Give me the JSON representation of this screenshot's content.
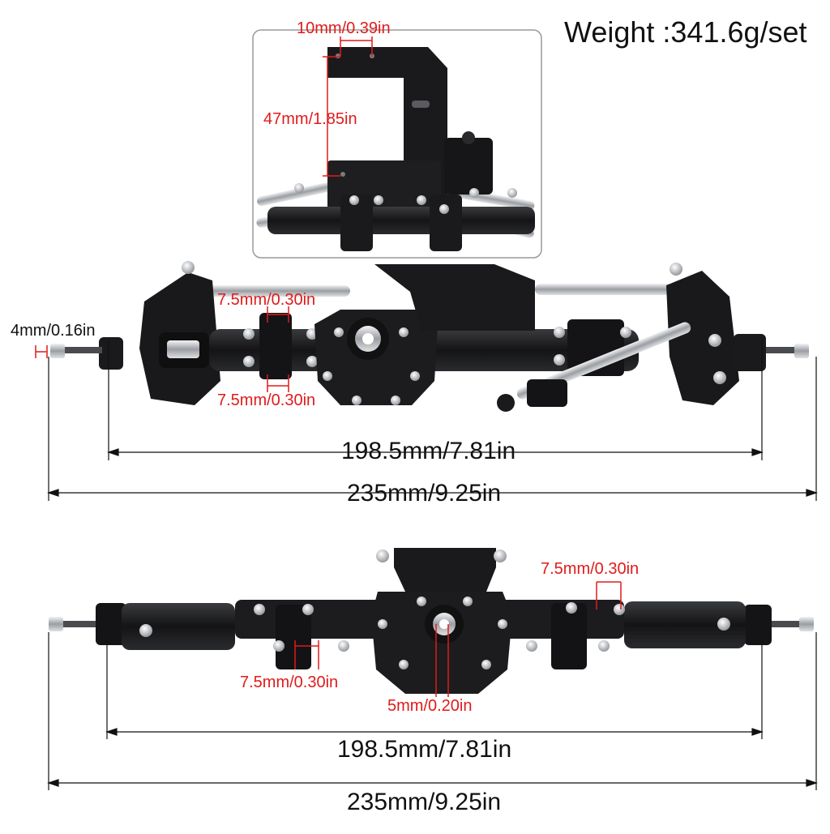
{
  "weight": "Weight :341.6g/set",
  "inset": {
    "top_width": "10mm/0.39in",
    "height": "47mm/1.85in"
  },
  "front_axle": {
    "screw_dia": "4mm/0.16in",
    "link_upper": "7.5mm/0.30in",
    "link_lower": "7.5mm/0.30in",
    "inner_width": "198.5mm/7.81in",
    "total_width": "235mm/9.25in"
  },
  "rear_axle": {
    "link_right": "7.5mm/0.30in",
    "link_left": "7.5mm/0.30in",
    "pinion": "5mm/0.20in",
    "inner_width": "198.5mm/7.81in",
    "total_width": "235mm/9.25in"
  },
  "colors": {
    "dimension_red": "#e01b1b",
    "dimension_black": "#111111",
    "axle_body": "#1c1c1e",
    "metal": "#b9bcc0"
  }
}
